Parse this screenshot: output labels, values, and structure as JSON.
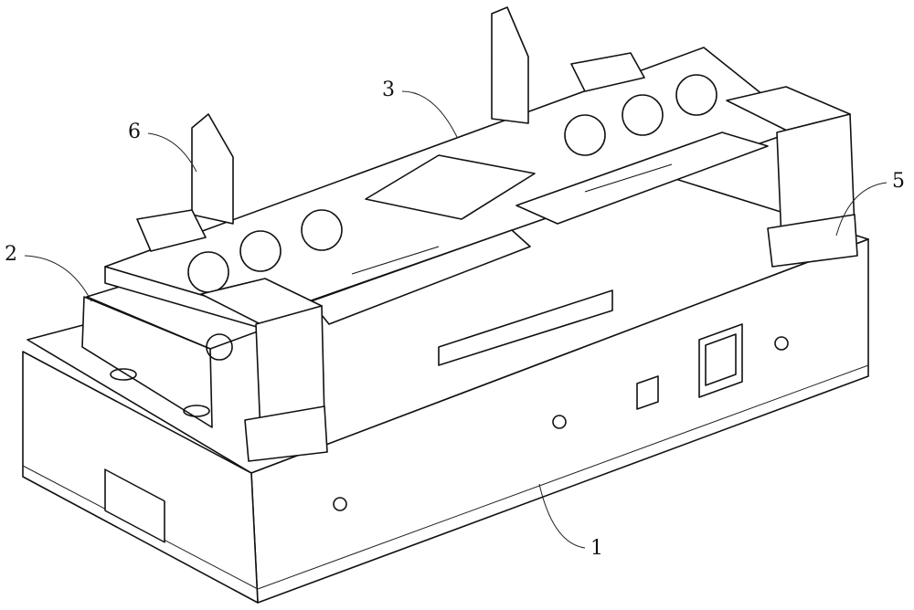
{
  "labels": {
    "base": "1",
    "lower_plate": "2",
    "top_plate": "3",
    "corner_block": "5",
    "guide_post": "6"
  }
}
